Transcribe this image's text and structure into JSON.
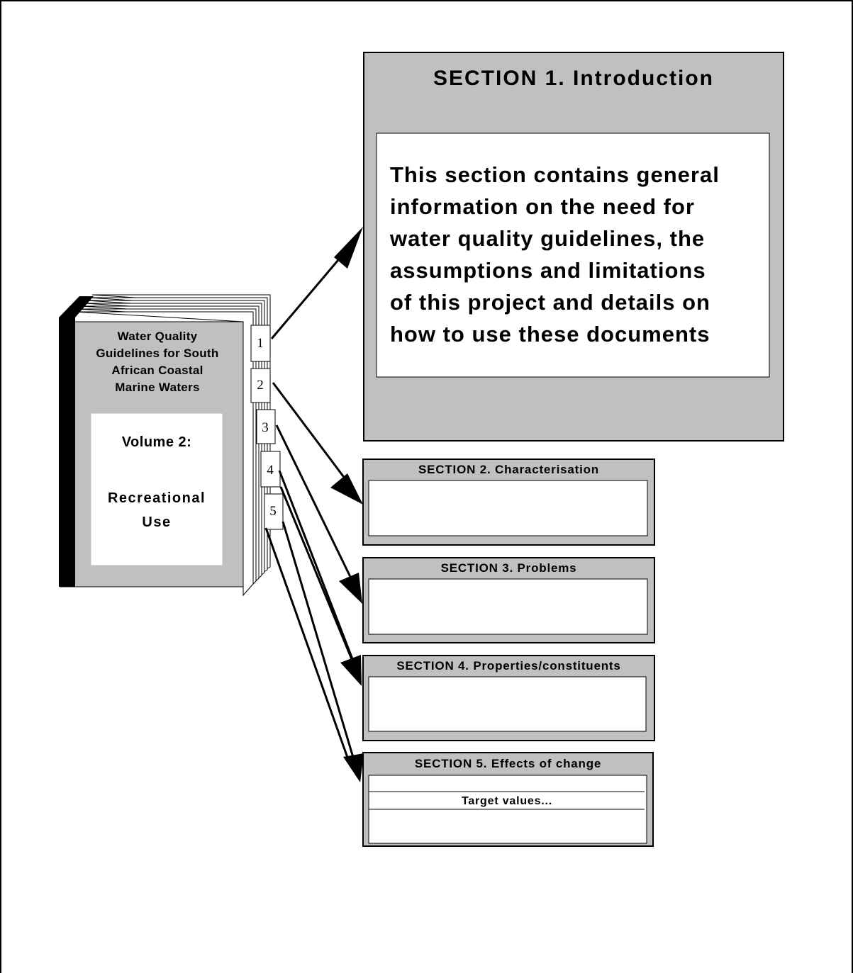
{
  "book": {
    "title": "Water Quality\nGuidelines for South\nAfrican Coastal\nMarine Waters",
    "volume": "Volume 2:",
    "use": "Recreational\nUse",
    "tabs": [
      "1",
      "2",
      "3",
      "4",
      "5"
    ]
  },
  "sections": {
    "s1": {
      "title": "SECTION  1.  Introduction",
      "body": "This section contains general\ninformation on the need for\nwater quality  guidelines, the\nassumptions and limitations\nof this project and details on\nhow  to  use these documents"
    },
    "s2": {
      "title": "SECTION  2.  Characterisation"
    },
    "s3": {
      "title": "SECTION  3.  Problems"
    },
    "s4": {
      "title": "SECTION  4.  Properties/constituents"
    },
    "s5": {
      "title": "SECTION  5.  Effects of change",
      "target": "Target values..."
    }
  },
  "colors": {
    "panel": "#c0c0c0",
    "book": "#c0c0c0",
    "spine": "#000000",
    "inner": "#ffffff"
  }
}
